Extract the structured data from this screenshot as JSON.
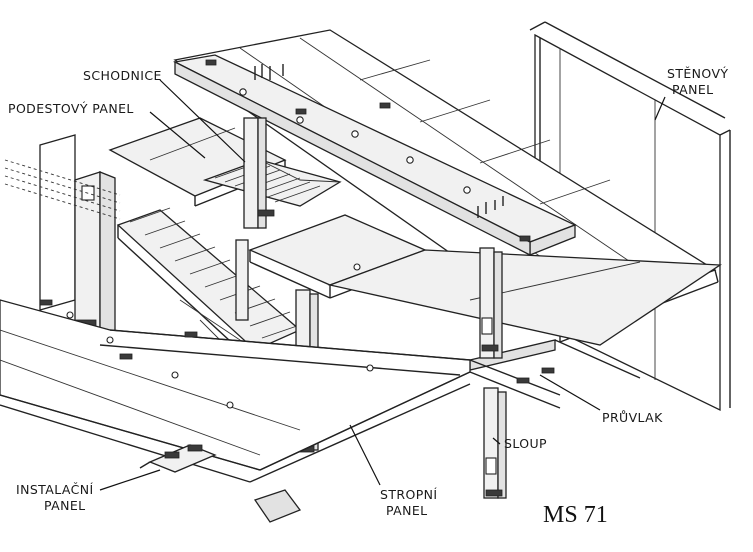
{
  "labels": {
    "schodnice": "SCHODNICE",
    "podestovy_panel": "PODESTOVÝ PANEL",
    "stenovy_line1": "STĚNOVÝ",
    "stenovy_line2": "PANEL",
    "pruvlak": "PRŮVLAK",
    "sloup": "SLOUP",
    "instalacni_line1": "INSTALAČNÍ",
    "instalacni_line2": "PANEL",
    "stropni_line1": "STROPNÍ",
    "stropni_line2": "PANEL"
  },
  "caption": "MS 71"
}
